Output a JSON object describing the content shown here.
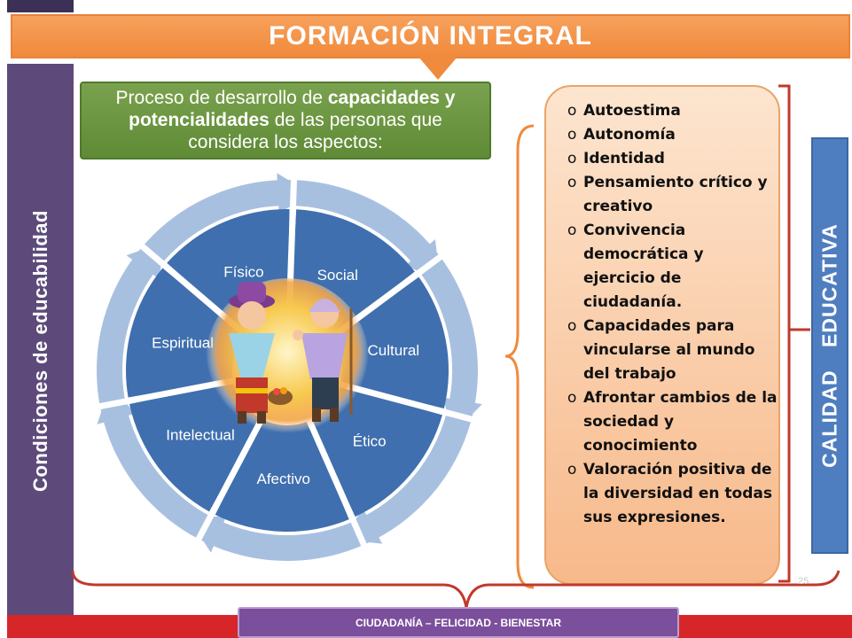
{
  "title": "FORMACIÓN INTEGRAL",
  "left_label": "Condiciones de educabilidad",
  "right_label": "CALIDAD EDUCATIVA",
  "green_box": {
    "part1": "Proceso de desarrollo de ",
    "bold1": "capacidades y potencialidades",
    "part2": " de las personas que considera los aspectos:"
  },
  "wheel_segments": [
    "Social",
    "Cultural",
    "Ético",
    "Afectivo",
    "Intelectual",
    "Espiritual",
    "Físico"
  ],
  "aspects_list": [
    "Autoestima",
    "Autonomía",
    "Identidad",
    "Pensamiento crítico y creativo",
    "Convivencia democrática y ejercicio de ciudadanía.",
    "Capacidades para vincularse al mundo del trabajo",
    "Afrontar cambios de la sociedad y conocimiento",
    "Valoración positiva de la diversidad en todas sus expresiones."
  ],
  "bullet_symbol": "o",
  "footer": "CIUDADANÍA – FELICIDAD - BIENESTAR",
  "page_number": "25",
  "colors": {
    "title_orange": "#f08a3c",
    "left_purple": "#5d4a7a",
    "green": "#6a9440",
    "wheel_blue": "#3f6fae",
    "ring_light": "#a8c0e0",
    "right_blue": "#4f7ec0",
    "bracket_red": "#c0392b",
    "footer_red": "#d7262a",
    "footer_purple": "#7b4f9c"
  },
  "center_image": "children-illustration"
}
